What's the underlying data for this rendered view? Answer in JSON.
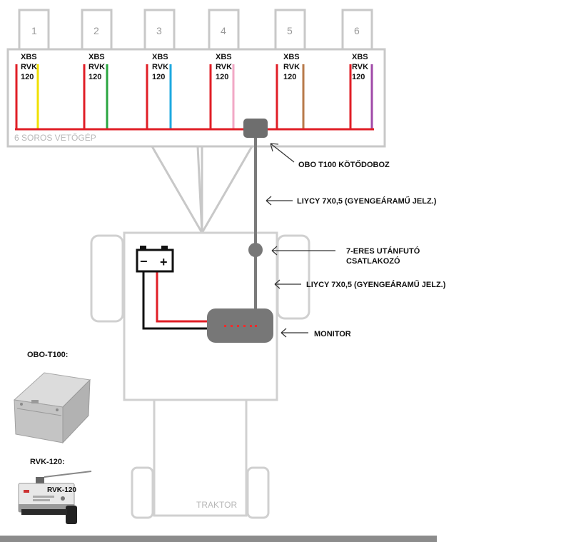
{
  "colors": {
    "frame": "#c8c8c8",
    "bus": "#e01e26",
    "cable": "#7a7a7a",
    "box": "#6e6e6e",
    "monitor": "#777777",
    "led": "#ff2a2a",
    "battery_neg_wire": "#111111"
  },
  "rows": [
    {
      "num": "1",
      "switch": [
        "XBS",
        "RVK",
        "120"
      ],
      "wire_color": "#f0e000",
      "wire_name": "yellow"
    },
    {
      "num": "2",
      "switch": [
        "XBS",
        "RVK",
        "120"
      ],
      "wire_color": "#2aa540",
      "wire_name": "green"
    },
    {
      "num": "3",
      "switch": [
        "XBS",
        "RVK",
        "120"
      ],
      "wire_color": "#1ea8e0",
      "wire_name": "blue"
    },
    {
      "num": "4",
      "switch": [
        "XBS",
        "RVK",
        "120"
      ],
      "wire_color": "#f2a8c6",
      "wire_name": "pink"
    },
    {
      "num": "5",
      "switch": [
        "XBS",
        "RVK",
        "120"
      ],
      "wire_color": "#b87a4a",
      "wire_name": "brown"
    },
    {
      "num": "6",
      "switch": [
        "XBS",
        "RVK",
        "120"
      ],
      "wire_color": "#a04aa8",
      "wire_name": "purple"
    }
  ],
  "seeder_label": "6 SOROS VETŐGÉP",
  "tractor_label": "TRAKTOR",
  "callouts": {
    "junction_box": "OBO T100 KÖTŐDOBOZ",
    "cable_upper": "LIYCY 7X0,5 (GYENGEÁRAMŰ JELZ.)",
    "connector_line1": "7-ERES UTÁNFUTÓ",
    "connector_line2": "CSATLAKOZÓ",
    "cable_lower": "LIYCY 7X0,5 (GYENGEÁRAMŰ JELZ.)",
    "monitor": "MONITOR"
  },
  "products": {
    "obo_label": "OBO-T100:",
    "rvk_label": "RVK-120:",
    "rvk_device_text": "RVK-120"
  },
  "battery": {
    "minus": "−",
    "plus": "+"
  },
  "icons": [
    "battery-icon",
    "junction-box-photo",
    "limit-switch-photo",
    "arrow-icon"
  ]
}
